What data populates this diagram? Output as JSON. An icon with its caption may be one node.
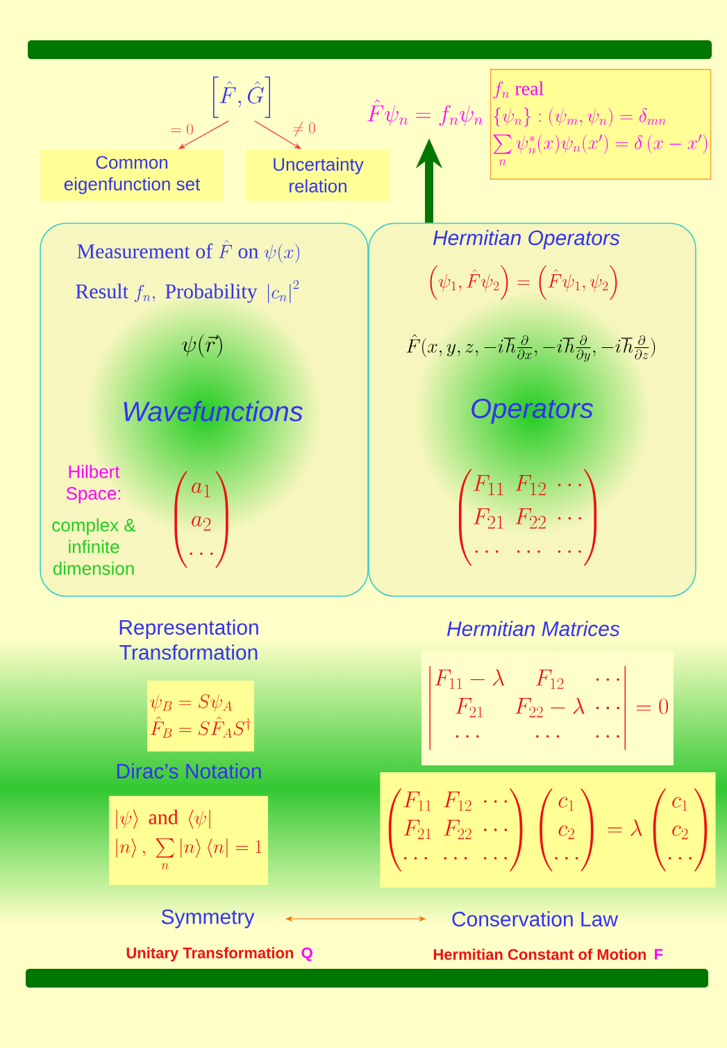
{
  "diagram": {
    "nodes": [
      {
        "text": [
          "\\left[\\hat{F},\\hat{G}\\right]"
        ]
      },
      {
        "text": [
          "Common eigenfunction set"
        ]
      },
      {
        "text": [
          "Uncertainty relation"
        ]
      },
      {
        "text": [
          "\\hat{F}\\psi_n = f_n\\psi_n"
        ]
      },
      {
        "text": [
          "f_n\\ \\text{real}",
          "\\{\\psi_n\\}:\\left(\\psi_m,\\psi_n\\right)=\\delta_{mn}",
          "\\sum\\limits_n \\psi_n^*(x)\\psi_n(x')=\\delta\\left(x-x'\\right)"
        ]
      },
      {
        "text": [
          "\\text{Measurement of }\\hat{F}\\text{ on }\\psi(x)",
          "\\text{Result }f_n,\\ \\text{Probability }\\left|c_n\\right|^2",
          "\\psi(\\vec{r})",
          "Wavefunctions",
          "Hilbert Space:",
          "complex & infinite dimension",
          "\\begin{pmatrix} a_1\\\\ a_2\\\\ \\cdots \\end{pmatrix}"
        ]
      },
      {
        "text": [
          "Hermitian Operators",
          "\\left(\\psi_1,\\hat{F}\\psi_2\\right)=\\left(\\hat{F}\\psi_1,\\psi_2\\right)",
          "\\hat{F}(x,y,z,-i\\hbar\\tfrac{\\partial}{\\partial x},-i\\hbar\\tfrac{\\partial}{\\partial y},-i\\hbar\\tfrac{\\partial}{\\partial z})",
          "Operators",
          "\\begin{pmatrix} F_{11} & F_{12} & \\cdots\\\\ F_{21} & F_{22} & \\cdots\\\\ \\cdots & \\cdots & \\cdots \\end{pmatrix}"
        ]
      },
      {
        "text": [
          "\\psi_B = S\\psi_A",
          "\\hat{F}_B = S\\hat{F}_A S^\\dagger"
        ]
      },
      {
        "text": [
          "\\left|\\psi\\right\\rangle\\ \\text{and}\\ \\left\\langle\\psi\\right|",
          "\\left|n\\right\\rangle,\\ \\sum\\limits_n \\left|n\\right\\rangle\\left\\langle n\\right| = 1"
        ]
      },
      {
        "text": [
          "\\begin{vmatrix} F_{11}-\\lambda & F_{12} & \\cdots\\\\ F_{21} & F_{22}-\\lambda & \\cdots\\\\ \\cdots & \\cdots & \\cdots \\end{vmatrix}=0"
        ]
      },
      {
        "text": [
          "\\begin{pmatrix} F_{11} & F_{12} & \\cdots\\\\ F_{21} & F_{22} & \\cdots\\\\ \\cdots & \\cdots & \\cdots \\end{pmatrix}\\begin{pmatrix} c_1\\\\ c_2\\\\ \\cdots \\end{pmatrix}=\\lambda\\begin{pmatrix} c_1\\\\ c_2\\\\ \\cdots \\end{pmatrix}"
        ]
      },
      {
        "text": [
          "Symmetry"
        ]
      },
      {
        "text": [
          "Conservation Law"
        ]
      }
    ],
    "edges": [
      {
        "from": 0,
        "to": 1,
        "arrow": "to",
        "label": "=0",
        "color": "#ff3333"
      },
      {
        "from": 0,
        "to": 2,
        "arrow": "to",
        "label": "\\neq 0",
        "color": "#ff3333"
      },
      {
        "from": 6,
        "to": 3,
        "arrow": "to",
        "style": "thick",
        "color": "#007700"
      },
      {
        "from": 11,
        "to": 12,
        "arrow": "both",
        "color": "#ff6600"
      }
    ],
    "labels": [
      "Representation Transformation",
      "Hermitian Matrices",
      "Dirac’s Notation",
      "Unitary Transformation",
      "Q",
      "Hermitian Constant of Motion",
      "F"
    ]
  }
}
